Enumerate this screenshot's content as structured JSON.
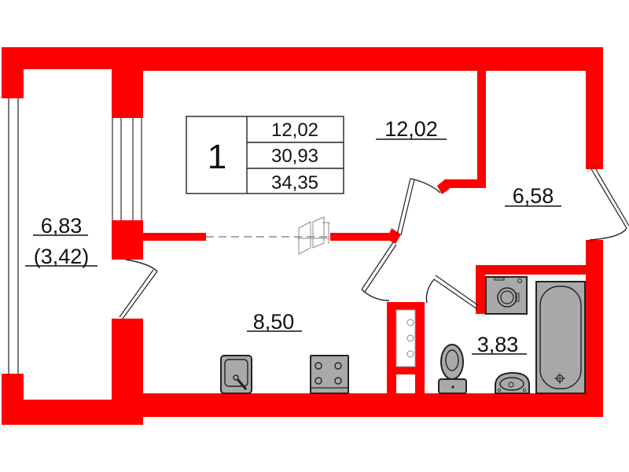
{
  "plan": {
    "apartment_table": {
      "rooms_count": "1",
      "living_area": "12,02",
      "total_area": "30,93",
      "total_area_with_balcony": "34,35"
    },
    "rooms": {
      "living_room": {
        "area": "12,02"
      },
      "hallway": {
        "area": "6,58"
      },
      "kitchen": {
        "area": "8,50"
      },
      "bathroom": {
        "area": "3,83"
      },
      "balcony": {
        "area": "6,83",
        "reduced_area": "(3,42)"
      }
    },
    "colors": {
      "wall": "#ff0000",
      "fixture": "#a9a9a9",
      "text": "#111111"
    },
    "icons": [
      "sink-icon",
      "stove-icon",
      "toilet-icon",
      "washbasin-icon",
      "bathtub-icon",
      "washing-machine-icon",
      "ventilation-shaft-icon"
    ]
  }
}
